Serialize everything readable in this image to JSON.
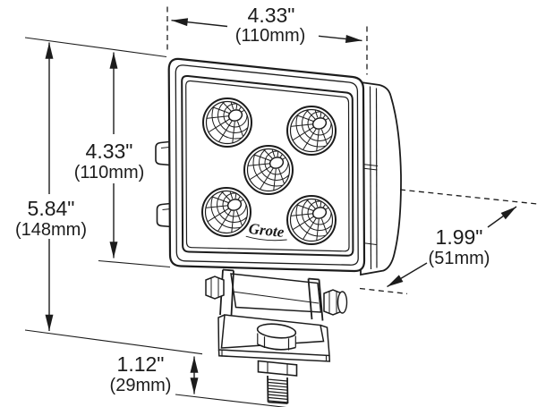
{
  "page": {
    "background": "#ffffff",
    "line_color": "#1c1c1c"
  },
  "drawing": {
    "type": "technical-dimension-diagram",
    "subject": "5-LED square work lamp with pivot mounting bracket and threaded stud",
    "brand_logo": "Grote",
    "led_count": 5
  },
  "dimensions": {
    "width": {
      "inches": "4.33\"",
      "metric": "(110mm)"
    },
    "lamp_height": {
      "inches": "4.33\"",
      "metric": "(110mm)"
    },
    "overall_height": {
      "inches": "5.84\"",
      "metric": "(148mm)"
    },
    "depth": {
      "inches": "1.99\"",
      "metric": "(51mm)"
    },
    "stud_length": {
      "inches": "1.12\"",
      "metric": "(29mm)"
    }
  }
}
